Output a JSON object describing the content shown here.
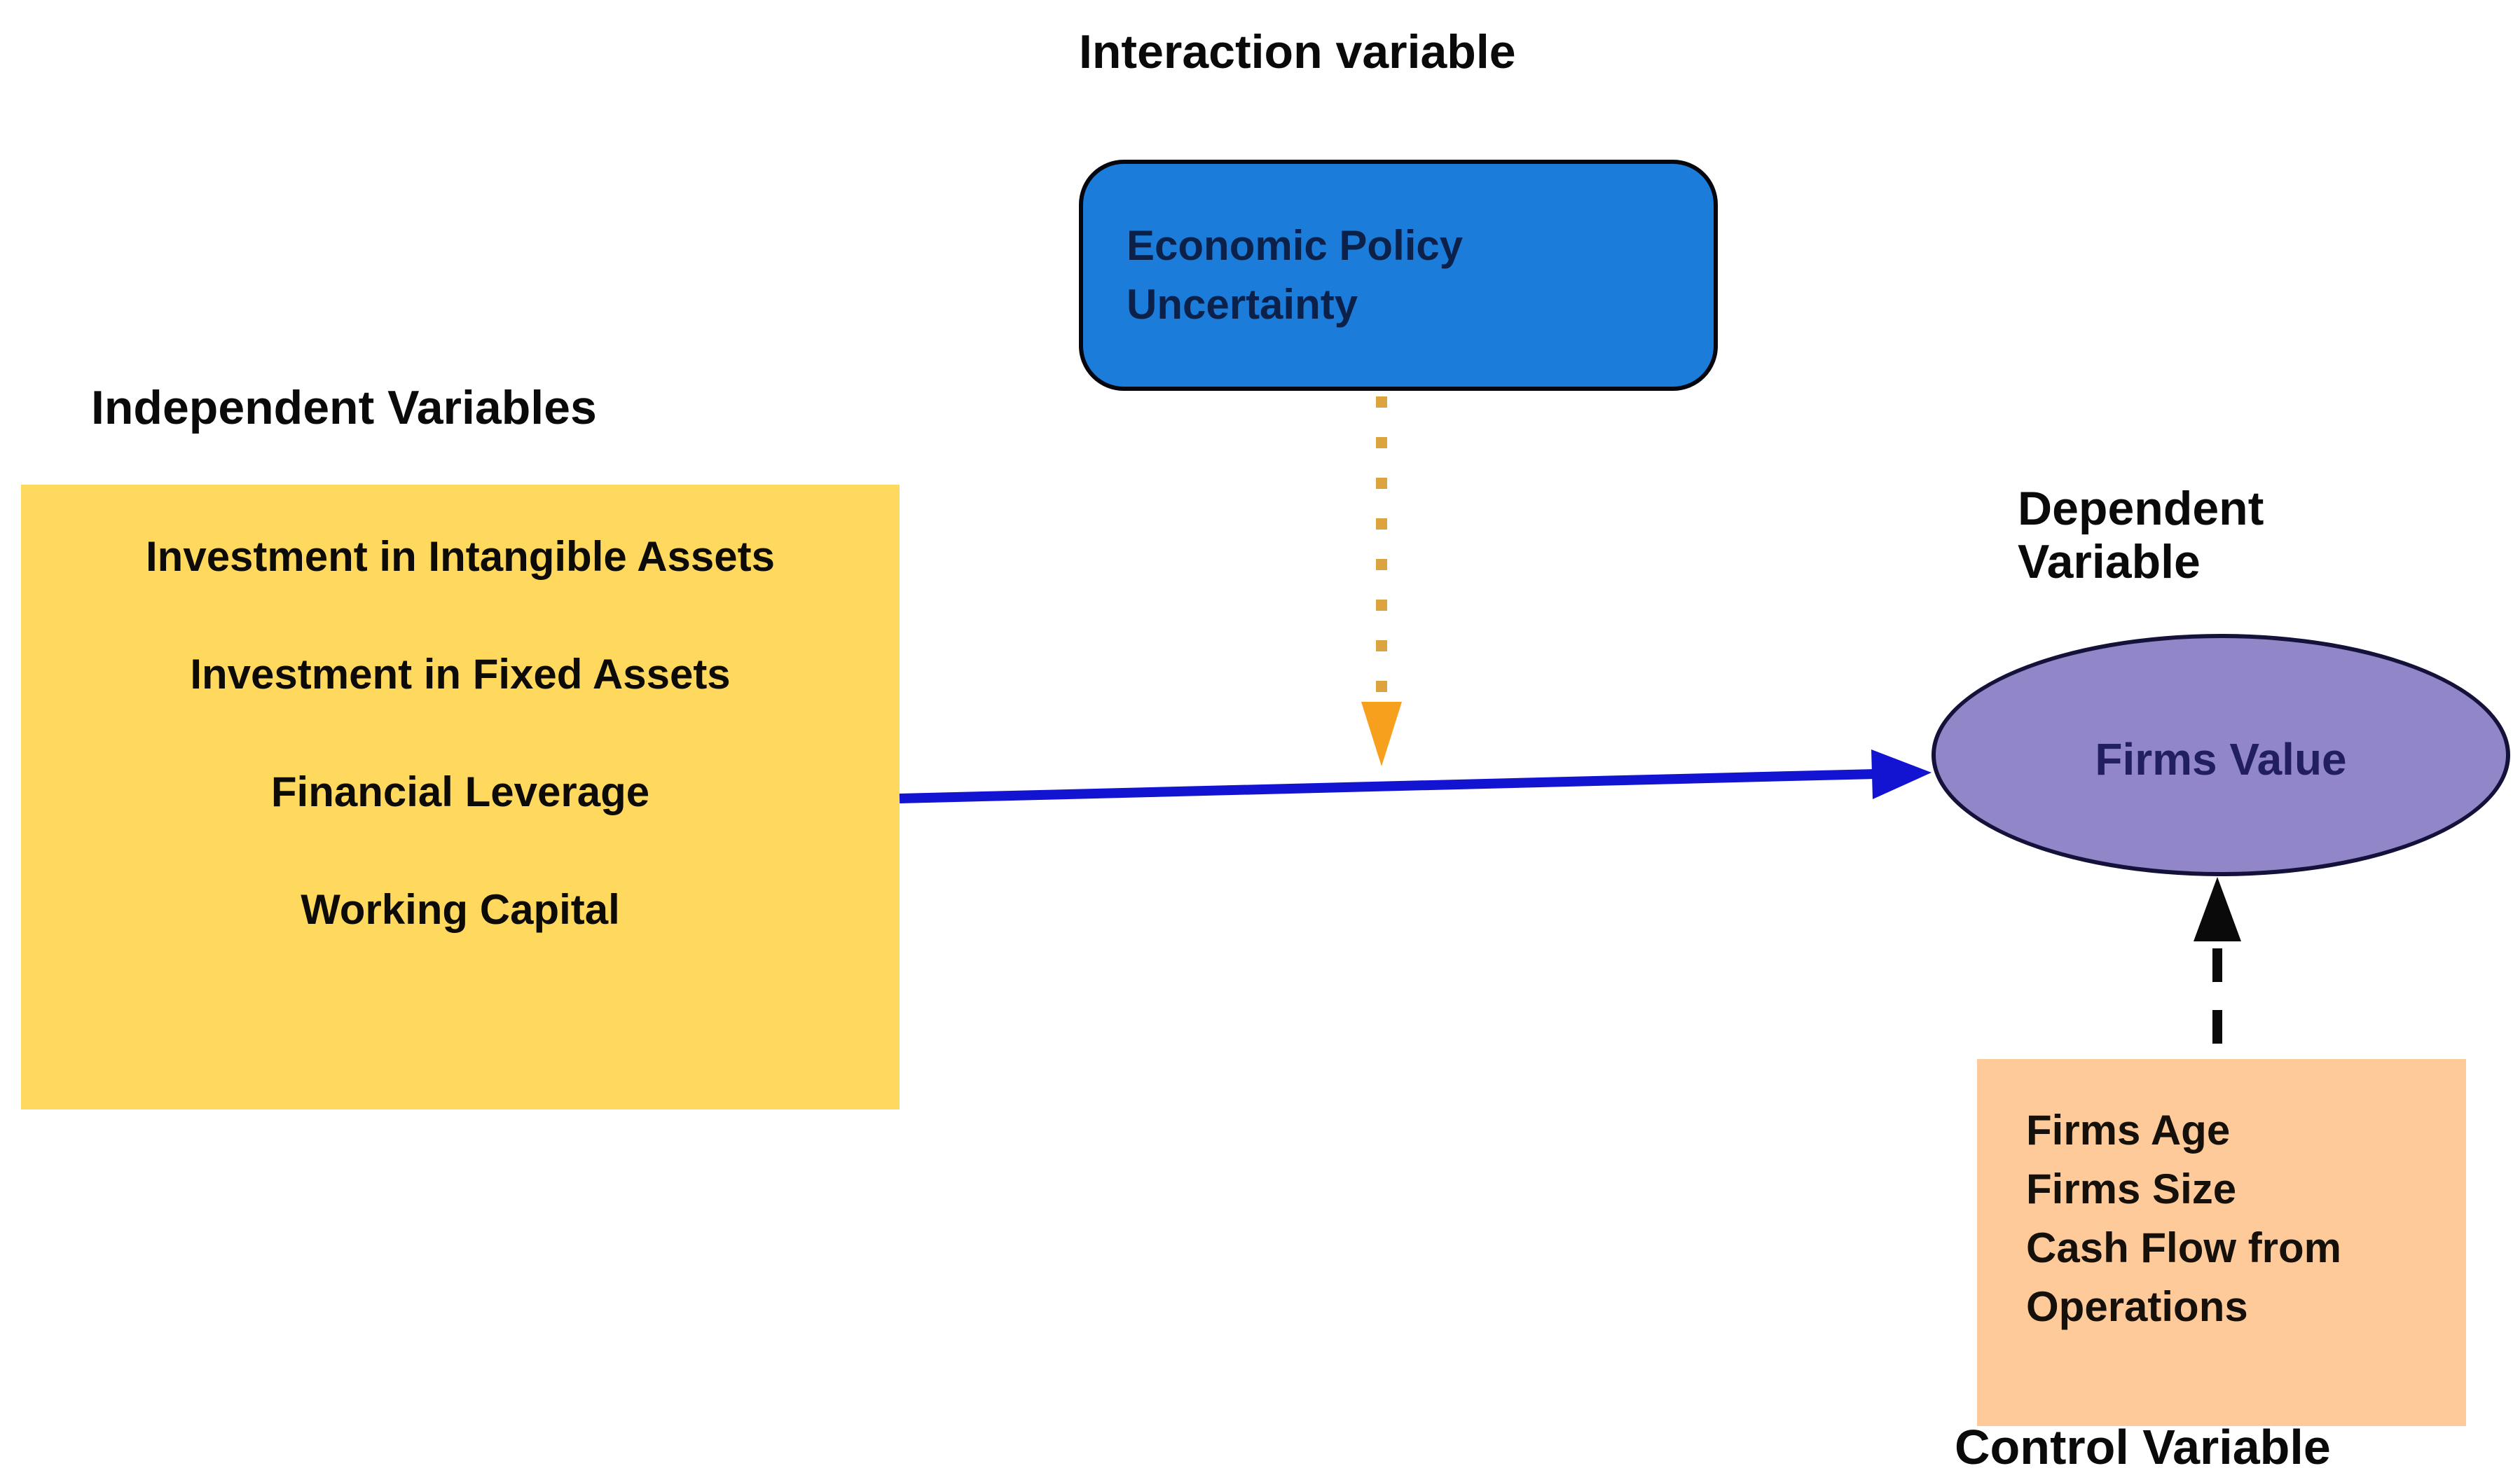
{
  "colors": {
    "background": "#ffffff",
    "label_text": "#0a0a0a",
    "interaction_box_fill": "#1b7cd9",
    "interaction_box_border": "#06060e",
    "interaction_box_text": "#0c2149",
    "independent_box_fill": "#ffd95e",
    "independent_box_text": "#0d0b07",
    "dependent_ellipse_fill": "#9186c8",
    "dependent_ellipse_border": "#14113a",
    "dependent_ellipse_text": "#221f5e",
    "control_box_fill": "#ffca99",
    "control_box_text": "#151009",
    "main_arrow": "#1313d2",
    "moderation_arrow_dots": "#dba43e",
    "moderation_arrow_head": "#f6a01e",
    "control_arrow": "#0a0a0a"
  },
  "labels": {
    "interaction": "Interaction variable",
    "independent": "Independent Variables",
    "dependent": "Dependent Variable",
    "control": "Control Variable"
  },
  "interaction_box": {
    "text": "Economic Policy Uncertainty"
  },
  "independent_box": {
    "items": [
      "Investment in Intangible Assets",
      "Investment in Fixed Assets",
      "Financial Leverage",
      "Working Capital"
    ]
  },
  "dependent_ellipse": {
    "text": "Firms Value"
  },
  "control_box": {
    "items": [
      "Firms Age",
      "Firms Size",
      "Cash Flow from Operations"
    ]
  }
}
